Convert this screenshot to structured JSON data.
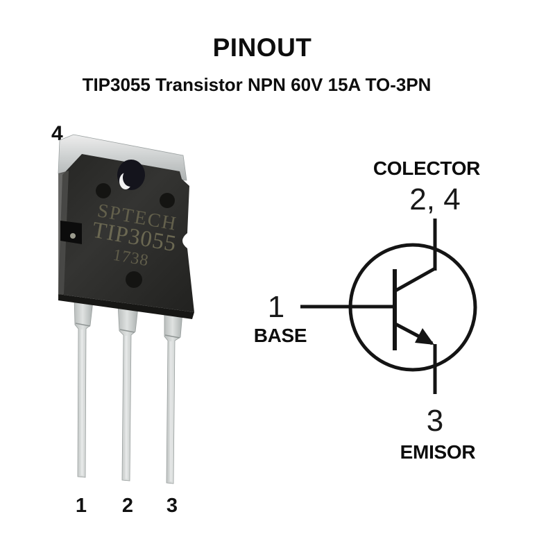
{
  "header": {
    "title": "PINOUT",
    "subtitle": "TIP3055 Transistor NPN 60V 15A TO-3PN"
  },
  "photo": {
    "tab_pin_label": "4",
    "brand": "SPTECH",
    "part_number": "TIP3055",
    "date_code": "1738",
    "pin_labels": [
      "1",
      "2",
      "3"
    ]
  },
  "schematic": {
    "collector": {
      "name": "COLECTOR",
      "pins": "2, 4"
    },
    "base": {
      "name": "BASE",
      "pin": "1"
    },
    "emitter": {
      "name": "EMISOR",
      "pin": "3"
    }
  },
  "colors": {
    "background": "#ffffff",
    "text": "#0d0d0d",
    "schematic_line": "#141414",
    "package_body": "#2e2e2c",
    "package_metal_tab": "#c9cccc",
    "package_engraving": "#6b6852",
    "leg_metal": "#c4c8c7"
  }
}
